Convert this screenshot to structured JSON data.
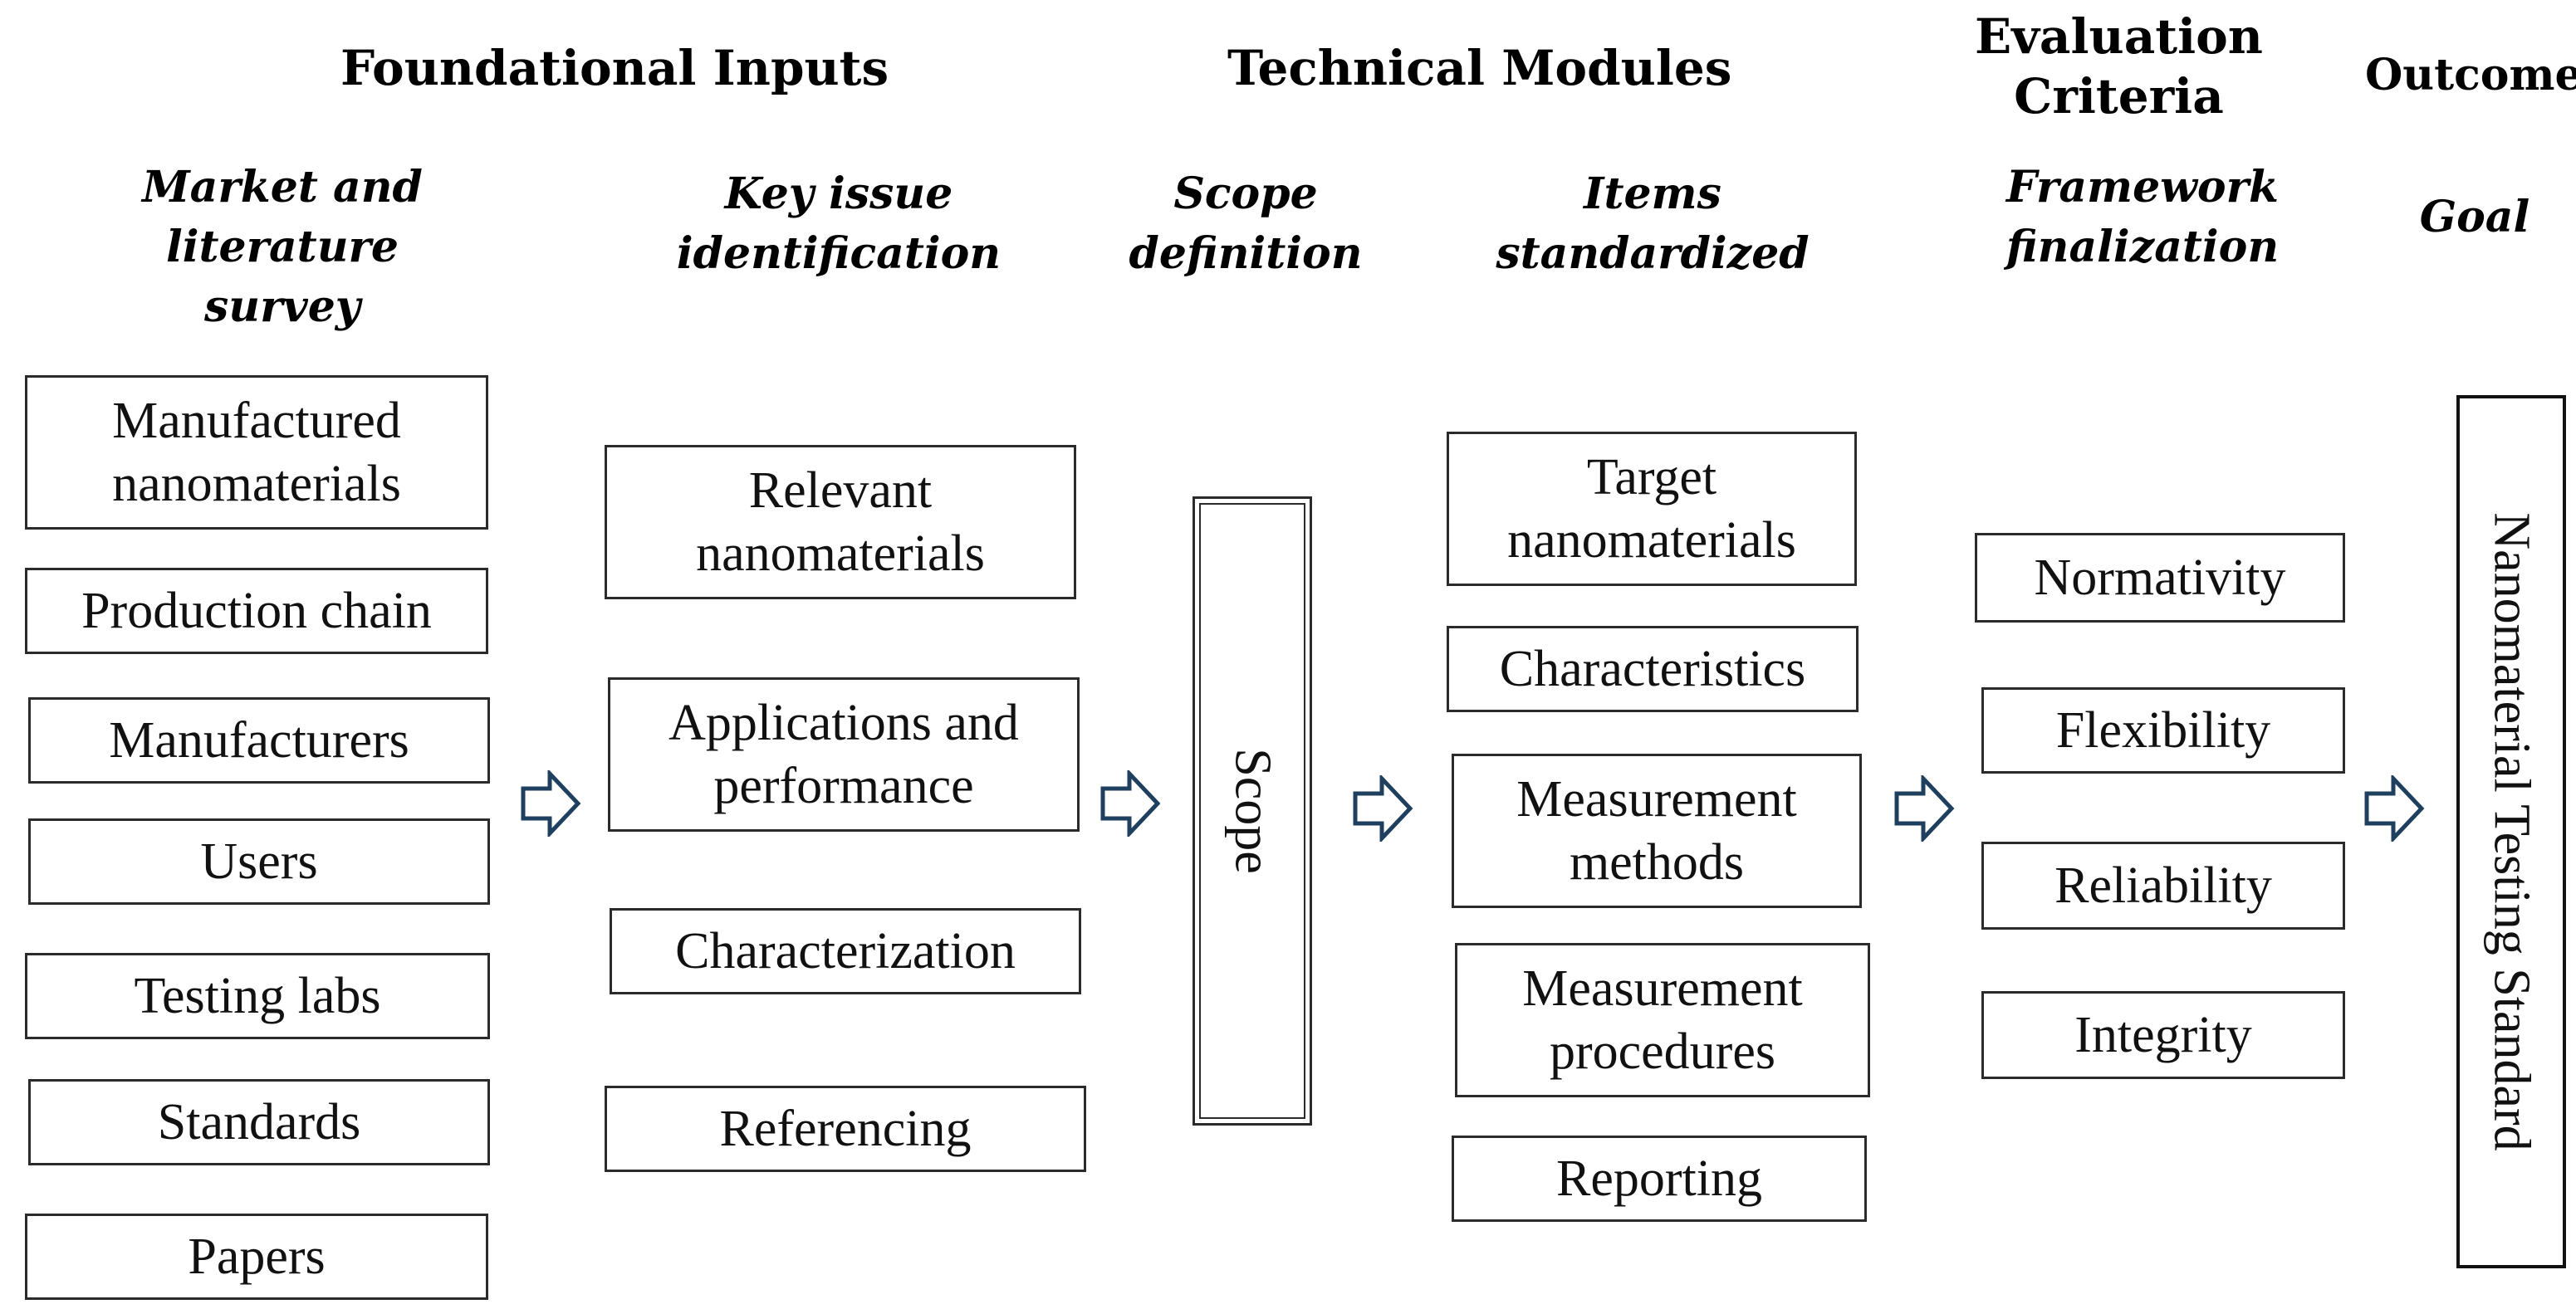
{
  "headers": {
    "foundational": "Foundational Inputs",
    "technical": "Technical Modules",
    "evaluation_line1": "Evaluation",
    "evaluation_line2": "Criteria",
    "outcome": "Outcome"
  },
  "subheaders": {
    "survey_line1": "Market and literature",
    "survey_line2": "survey",
    "issue_line1": "Key issue",
    "issue_line2": "identification",
    "scope_line1": "Scope",
    "scope_line2": "definition",
    "items_line1": "Items",
    "items_line2": "standardized",
    "framework_line1": "Framework",
    "framework_line2": "finalization",
    "goal": "Goal"
  },
  "survey_items": [
    {
      "line1": "Manufactured",
      "line2": "nanomaterials"
    },
    {
      "line1": "Production chain",
      "line2": ""
    },
    {
      "line1": "Manufacturers",
      "line2": ""
    },
    {
      "line1": "Users",
      "line2": ""
    },
    {
      "line1": "Testing labs",
      "line2": ""
    },
    {
      "line1": "Standards",
      "line2": ""
    },
    {
      "line1": "Papers",
      "line2": ""
    }
  ],
  "issue_items": [
    {
      "line1": "Relevant",
      "line2": "nanomaterials"
    },
    {
      "line1": "Applications and",
      "line2": "performance"
    },
    {
      "line1": "Characterization",
      "line2": ""
    },
    {
      "line1": "Referencing",
      "line2": ""
    }
  ],
  "scope_label": "Scope",
  "standardized_items": [
    {
      "line1": "Target",
      "line2": "nanomaterials"
    },
    {
      "line1": "Characteristics",
      "line2": ""
    },
    {
      "line1": "Measurement",
      "line2": "methods"
    },
    {
      "line1": "Measurement",
      "line2": "procedures"
    },
    {
      "line1": "Reporting",
      "line2": ""
    }
  ],
  "criteria_items": [
    {
      "line1": "Normativity",
      "line2": ""
    },
    {
      "line1": "Flexibility",
      "line2": ""
    },
    {
      "line1": "Reliability",
      "line2": ""
    },
    {
      "line1": "Integrity",
      "line2": ""
    }
  ],
  "goal_label": "Nanomaterial Testing Standard",
  "colors": {
    "arrow_stroke": "#1f3f5f",
    "box_border": "#2b2b2b"
  }
}
